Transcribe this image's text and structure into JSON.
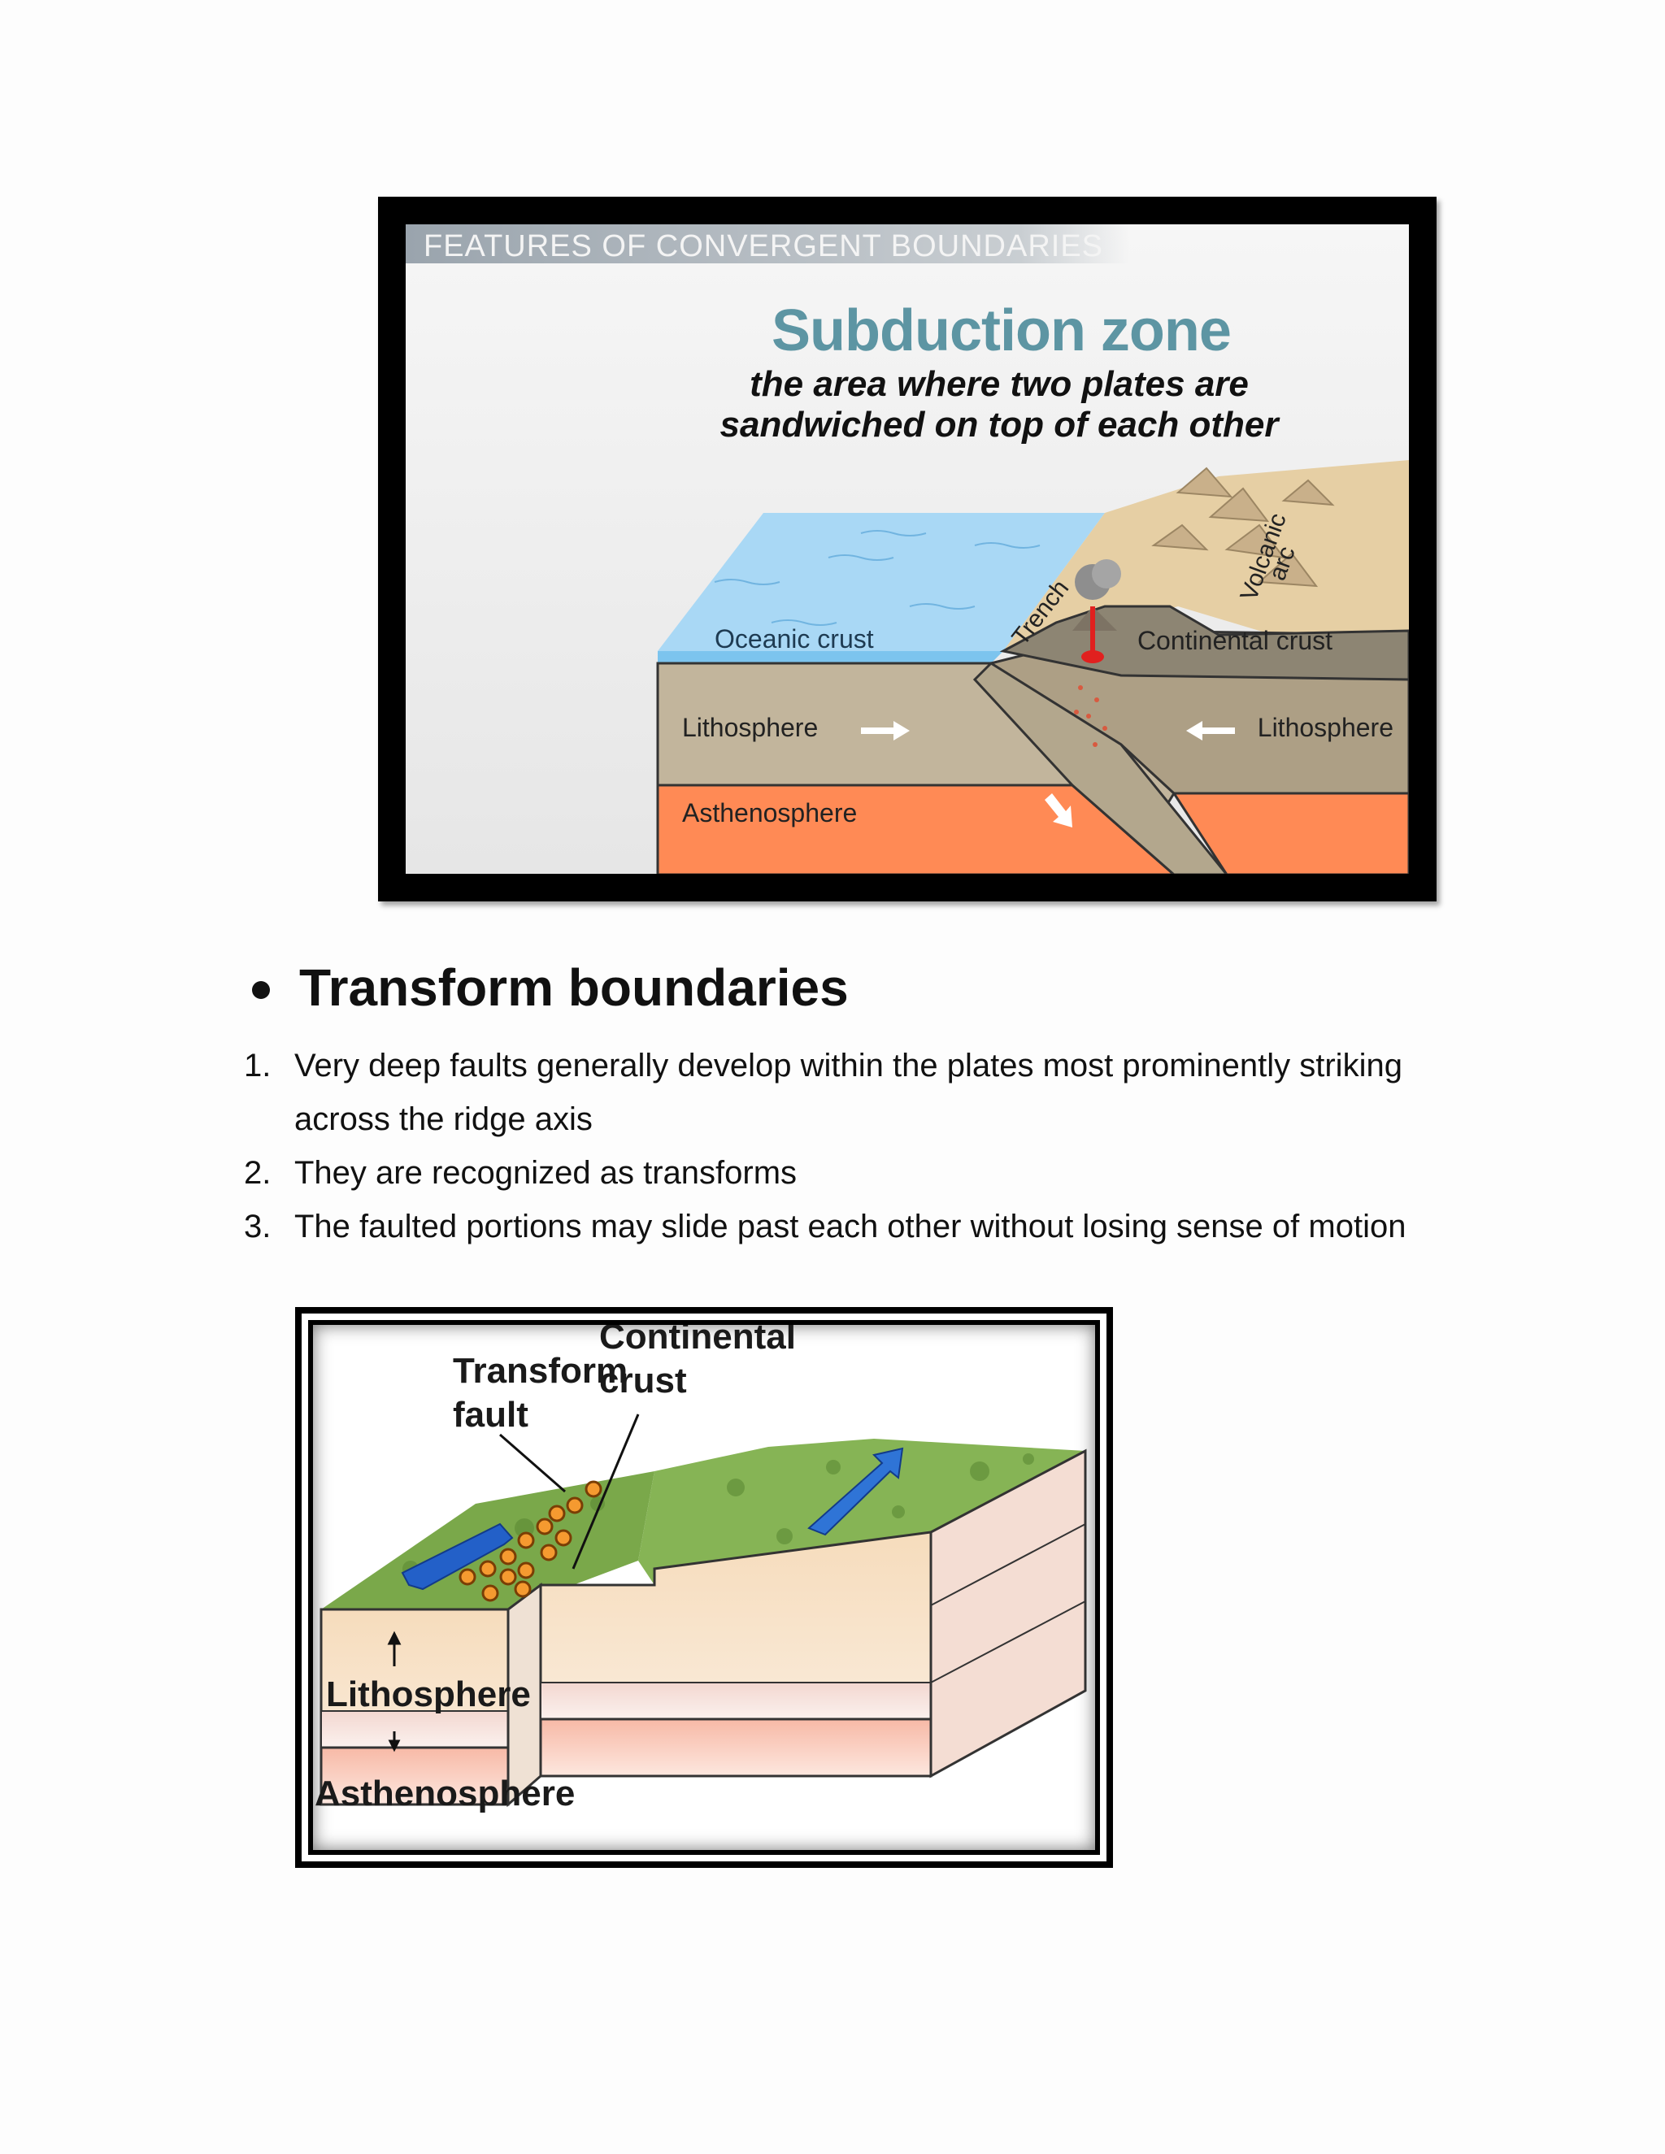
{
  "figure1": {
    "banner": "FEATURES OF CONVERGENT BOUNDARIES",
    "title": "Subduction zone",
    "subtitle_line1": "the area where two plates are",
    "subtitle_line2": "sandwiched on top of each other",
    "labels": {
      "trench": "Trench",
      "volcanic": "Volcanic",
      "arc": "arc",
      "oceanic_crust": "Oceanic crust",
      "continental_crust": "Continental crust",
      "lithosphere_left": "Lithosphere",
      "lithosphere_right": "Lithosphere",
      "asthenosphere": "Asthenosphere"
    }
  },
  "section": {
    "heading": "Transform boundaries",
    "items": [
      {
        "num": "1.",
        "text": "Very deep faults generally develop within the plates most prominently striking across the ridge axis"
      },
      {
        "num": "2.",
        "text": "They are recognized as transforms"
      },
      {
        "num": "3.",
        "text": "The faulted portions may slide past each other without losing sense of motion"
      }
    ]
  },
  "figure2": {
    "labels": {
      "transform_line1": "Transform",
      "transform_line2": "fault",
      "continental_line1": "Continental",
      "continental_line2": "crust",
      "lithosphere": "Lithosphere",
      "asthenosphere": "Asthenosphere"
    }
  },
  "colors": {
    "heading_teal": "#5d95a3",
    "ocean_blue": "#7cc4ee",
    "asthenosphere_orange": "#ff8a55",
    "lithosphere_tan": "#c2b59c",
    "grass_green": "#7aa84a"
  }
}
